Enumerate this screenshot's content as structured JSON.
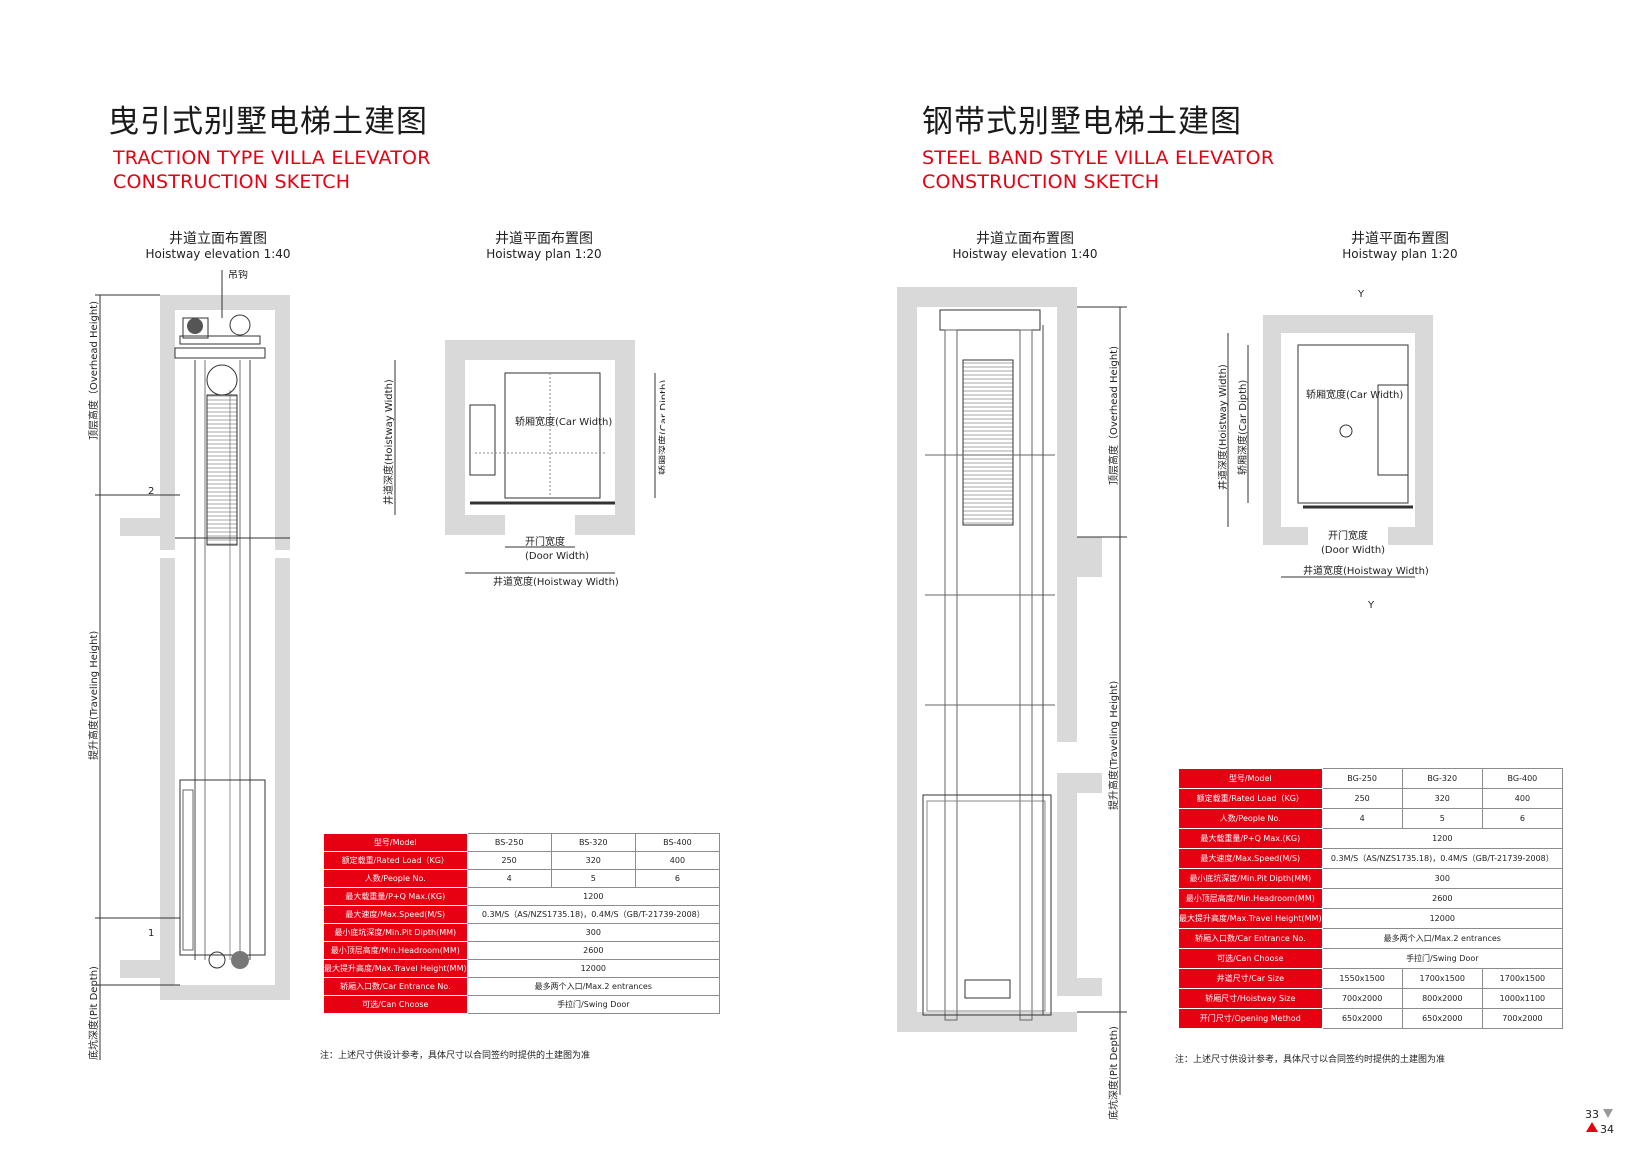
{
  "left": {
    "title_zh": "曳引式别墅电梯土建图",
    "title_en_line1": "TRACTION TYPE VILLA ELEVATOR",
    "title_en_line2": "CONSTRUCTION SKETCH",
    "elevation_caption_zh": "井道立面布置图",
    "elevation_caption_en": "Hoistway elevation  1:40",
    "plan_caption_zh": "井道平面布置图",
    "plan_caption_en": "Hoistway plan   1:20",
    "labels": {
      "hook": "吊钩",
      "overhead": "顶层高度（Overhead Height)",
      "traveling": "提升高度(Traveling Height)",
      "pit": "底坑深度(Pit Depth)",
      "floor2": "2",
      "floor1": "1",
      "hoistway_depth": "井道深度(Hoistway Width)",
      "car_width": "轿厢宽度(Car Width)",
      "car_depth": "轿厢深度(Car Dipth)",
      "door_width_zh": "开门宽度",
      "door_width_en": "(Door Width)",
      "hoistway_width": "井道宽度(Hoistway Width)"
    },
    "table": {
      "header_label": "型号/Model",
      "models": [
        "BS-250",
        "BS-320",
        "BS-400"
      ],
      "rows": [
        {
          "label": "额定载重/Rated Load（KG）",
          "values": [
            "250",
            "320",
            "400"
          ]
        },
        {
          "label": "人数/People No.",
          "values": [
            "4",
            "5",
            "6"
          ]
        },
        {
          "label": "最大载重量/P+Q Max.(KG)",
          "values": [
            "1200"
          ]
        },
        {
          "label": "最大速度/Max.Speed(M/S)",
          "values": [
            "0.3M/S（AS/NZS1735.18)，0.4M/S（GB/T-21739-2008）"
          ]
        },
        {
          "label": "最小底坑深度/Min.Pit Dipth(MM)",
          "values": [
            "300"
          ]
        },
        {
          "label": "最小顶层高度/Min.Headroom(MM)",
          "values": [
            "2600"
          ]
        },
        {
          "label": "最大提升高度/Max.Travel Height(MM)",
          "values": [
            "12000"
          ]
        },
        {
          "label": "轿厢入口数/Car Entrance No.",
          "values": [
            "最多两个入口/Max.2 entrances"
          ]
        },
        {
          "label": "可选/Can Choose",
          "values": [
            "手拉门/Swing Door"
          ]
        }
      ]
    },
    "note": "注：上述尺寸供设计参考，具体尺寸以合同签约时提供的土建图为准"
  },
  "right": {
    "title_zh": "钢带式别墅电梯土建图",
    "title_en_line1": "STEEL BAND STYLE VILLA ELEVATOR",
    "title_en_line2": "CONSTRUCTION SKETCH",
    "elevation_caption_zh": "井道立面布置图",
    "elevation_caption_en": "Hoistway elevation  1:40",
    "plan_caption_zh": "井道平面布置图",
    "plan_caption_en": "Hoistway plan   1:20",
    "labels": {
      "overhead": "顶层高度（Overhead Height)",
      "traveling": "提升高度(Traveling Height)",
      "pit": "底坑深度(Pit Depth)",
      "y_top": "Y",
      "y_bottom": "Y",
      "hoistway_depth": "井道深度(Hoistway Width)",
      "car_depth": "轿厢深度(Car Dipth)",
      "car_width": "轿厢宽度(Car Width)",
      "door_width_zh": "开门宽度",
      "door_width_en": "(Door Width)",
      "hoistway_width": "井道宽度(Hoistway Width)"
    },
    "table": {
      "header_label": "型号/Model",
      "models": [
        "BG-250",
        "BG-320",
        "BG-400"
      ],
      "rows": [
        {
          "label": "额定载重/Rated Load（KG）",
          "values": [
            "250",
            "320",
            "400"
          ]
        },
        {
          "label": "人数/People No.",
          "values": [
            "4",
            "5",
            "6"
          ]
        },
        {
          "label": "最大载重量/P+Q Max.(KG)",
          "values": [
            "1200"
          ]
        },
        {
          "label": "最大速度/Max.Speed(M/S)",
          "values": [
            "0.3M/S（AS/NZS1735.18)，0.4M/S（GB/T-21739-2008）"
          ]
        },
        {
          "label": "最小底坑深度/Min.Pit Dipth(MM)",
          "values": [
            "300"
          ]
        },
        {
          "label": "最小顶层高度/Min.Headroom(MM)",
          "values": [
            "2600"
          ]
        },
        {
          "label": "最大提升高度/Max.Travel Height(MM)",
          "values": [
            "12000"
          ]
        },
        {
          "label": "轿厢入口数/Car Entrance No.",
          "values": [
            "最多两个入口/Max.2 entrances"
          ]
        },
        {
          "label": "可选/Can Choose",
          "values": [
            "手拉门/Swing Door"
          ]
        },
        {
          "label": "井道尺寸/Car Size",
          "values": [
            "1550x1500",
            "1700x1500",
            "1700x1500"
          ]
        },
        {
          "label": "轿厢尺寸/Hoistway Size",
          "values": [
            "700x2000",
            "800x2000",
            "1000x1100"
          ]
        },
        {
          "label": "开门尺寸/Opening Method",
          "values": [
            "650x2000",
            "650x2000",
            "700x2000"
          ]
        }
      ]
    },
    "note": "注：上述尺寸供设计参考，具体尺寸以合同签约时提供的土建图为准",
    "page_numbers": {
      "top": "33",
      "bottom": "34"
    }
  },
  "colors": {
    "accent": "#e60012",
    "wall": "#d9d9d9",
    "line": "#333333"
  }
}
